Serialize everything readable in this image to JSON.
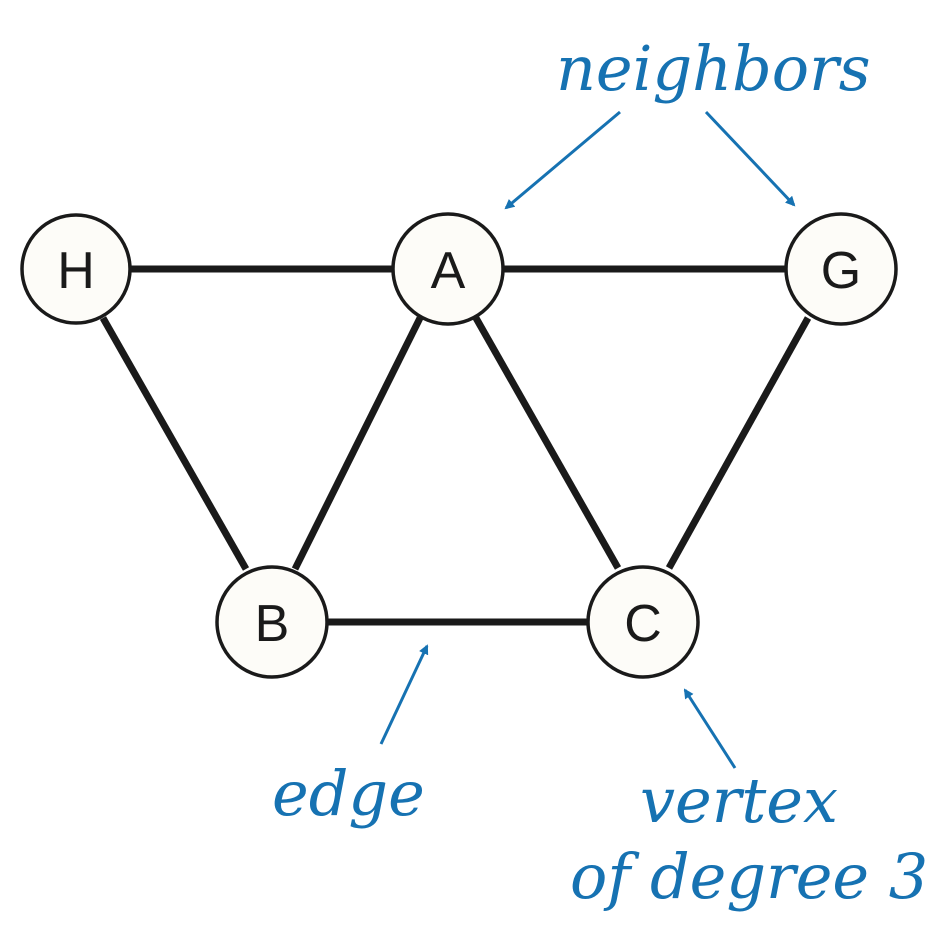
{
  "nodes": [
    {
      "id": "H",
      "label": "H"
    },
    {
      "id": "A",
      "label": "A"
    },
    {
      "id": "G",
      "label": "G"
    },
    {
      "id": "B",
      "label": "B"
    },
    {
      "id": "C",
      "label": "C"
    }
  ],
  "edges": [
    {
      "from": "H",
      "to": "A"
    },
    {
      "from": "A",
      "to": "G"
    },
    {
      "from": "H",
      "to": "B"
    },
    {
      "from": "A",
      "to": "B"
    },
    {
      "from": "A",
      "to": "C"
    },
    {
      "from": "G",
      "to": "C"
    },
    {
      "from": "B",
      "to": "C"
    }
  ],
  "annotations": {
    "neighbors": "neighbors",
    "edge": "edge",
    "vertex_line1": "vertex",
    "vertex_line2": "of degree 3"
  },
  "colors": {
    "annotation": "#1672b2",
    "edge": "#1a1a1a",
    "node_fill": "#fdfcf8"
  }
}
